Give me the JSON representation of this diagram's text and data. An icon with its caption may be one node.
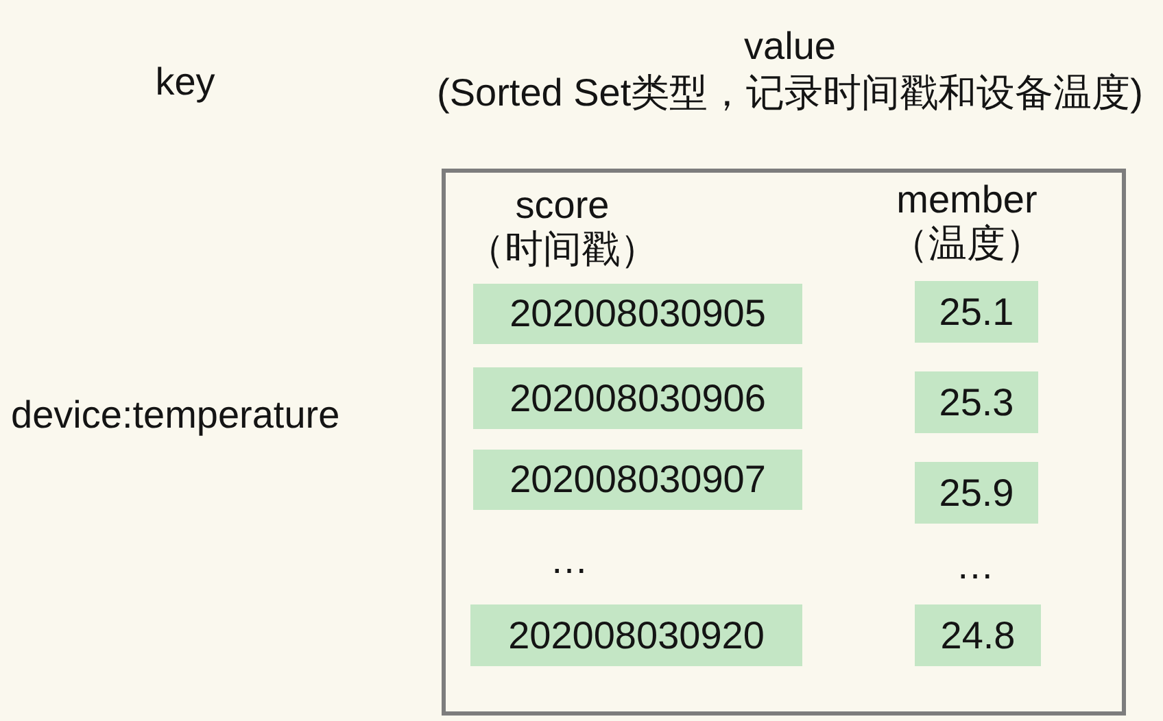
{
  "diagram": {
    "nodes": [
      {
        "text": [
          "score （时间戳）",
          "member （温度）"
        ]
      },
      {
        "text": [
          "202008030905"
        ],
        "in": 0
      },
      {
        "text": [
          "25.1"
        ],
        "in": 0
      },
      {
        "text": [
          "202008030906"
        ],
        "in": 0
      },
      {
        "text": [
          "25.3"
        ],
        "in": 0
      },
      {
        "text": [
          "202008030907"
        ],
        "in": 0
      },
      {
        "text": [
          "25.9"
        ],
        "in": 0
      },
      {
        "text": [
          "202008030920"
        ],
        "in": 0
      },
      {
        "text": [
          "24.8"
        ],
        "in": 0
      }
    ],
    "labels": [
      "key",
      "value",
      "(Sorted Set类型，记录时间戳和设备温度)",
      "device:temperature",
      "…",
      "…"
    ]
  }
}
